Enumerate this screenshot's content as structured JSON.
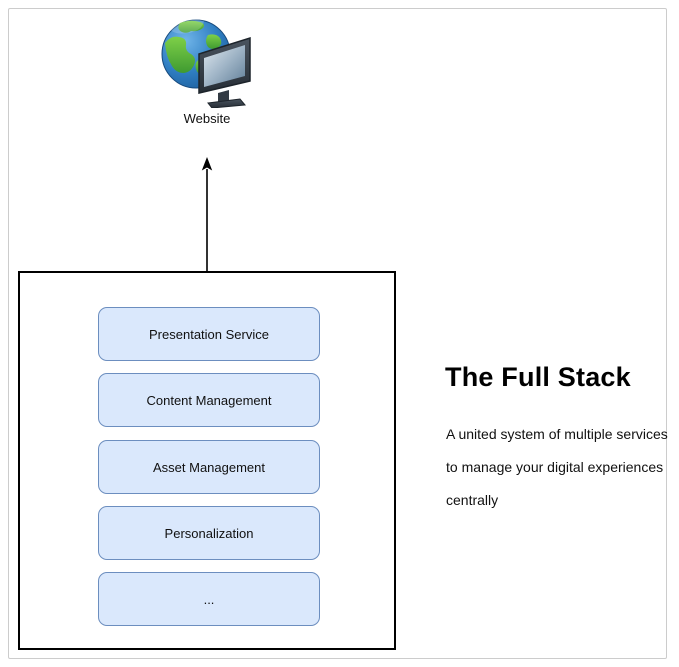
{
  "page": {
    "background_color": "#ffffff",
    "frame_border_color": "#cccccc"
  },
  "website": {
    "label": "Website",
    "icon": "globe-monitor-icon"
  },
  "arrow": {
    "direction": "up",
    "color": "#000000"
  },
  "stack": {
    "box_fill": "#dae8fc",
    "box_border": "#6c8ebf",
    "container_border": "#000000",
    "services": [
      {
        "label": "Presentation Service"
      },
      {
        "label": "Content Management"
      },
      {
        "label": "Asset Management"
      },
      {
        "label": "Personalization"
      },
      {
        "label": "..."
      }
    ]
  },
  "right": {
    "title": "The Full Stack",
    "description_lines": [
      "A united system of multiple services",
      "to manage your digital experiences",
      "centrally"
    ]
  }
}
